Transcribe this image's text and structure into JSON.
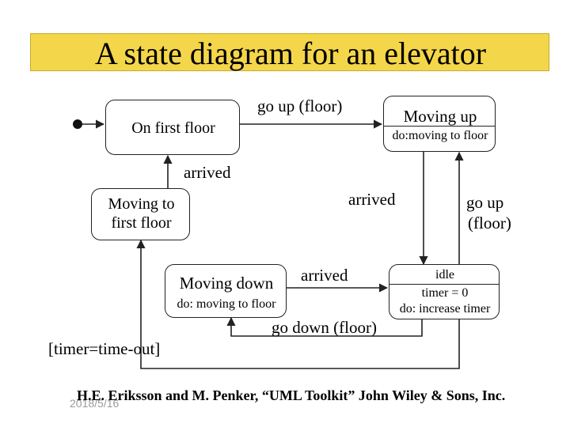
{
  "title": "A state diagram for an elevator",
  "states": {
    "on_first_floor": {
      "name": "On first floor"
    },
    "moving_up": {
      "name": "Moving up",
      "activity": "do:moving to floor"
    },
    "moving_to_first": {
      "name_line1": "Moving to",
      "name_line2": "first floor"
    },
    "moving_down": {
      "name": "Moving down",
      "activity": "do: moving to floor"
    },
    "idle": {
      "name": "idle",
      "attribute": "timer = 0",
      "activity": "do: increase timer"
    }
  },
  "transitions": {
    "go_up_top": "go up (floor)",
    "arrived_first": "arrived",
    "arrived_right": "arrived",
    "go_up_right_line1": "go up",
    "go_up_right_line2": "(floor)",
    "arrived_down": "arrived",
    "go_down": "go down (floor)",
    "timeout": "[timer=time-out]"
  },
  "footer": {
    "citation": "H.E. Eriksson and M. Penker, “UML Toolkit” John Wiley & Sons, Inc.",
    "date": "2018/5/16"
  },
  "colors": {
    "title_bg": "#f4d64a",
    "stroke": "#222222",
    "date_text": "#9a9a9a"
  }
}
